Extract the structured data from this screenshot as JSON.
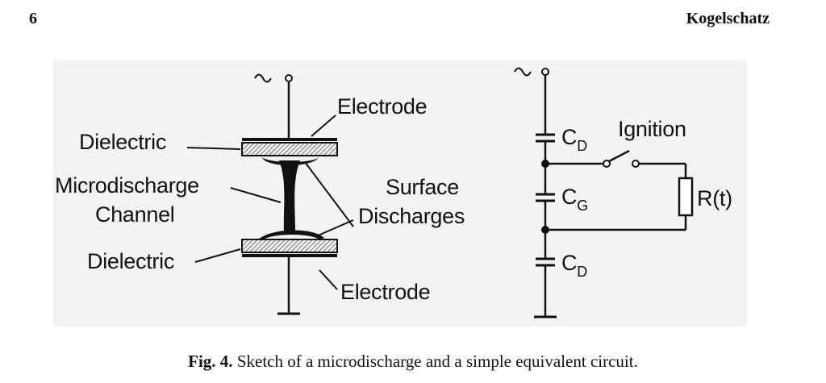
{
  "header": {
    "page_number": "6",
    "running_head": "Kogelschatz"
  },
  "figure": {
    "left_sketch": {
      "labels": {
        "electrode_top": "Electrode",
        "dielectric_top": "Dielectric",
        "microdischarge_line1": "Microdischarge",
        "microdischarge_line2": "Channel",
        "surface_line1": "Surface",
        "surface_line2": "Discharges",
        "dielectric_bottom": "Dielectric",
        "electrode_bottom": "Electrode"
      }
    },
    "circuit": {
      "cd_top_main": "C",
      "cd_top_sub": "D",
      "ignition": "Ignition",
      "cg_main": "C",
      "cg_sub": "G",
      "resistor": "R(t)",
      "cd_bottom_main": "C",
      "cd_bottom_sub": "D"
    }
  },
  "caption": {
    "label": "Fig. 4.",
    "text": " Sketch of a microdischarge and a simple equivalent circuit."
  }
}
